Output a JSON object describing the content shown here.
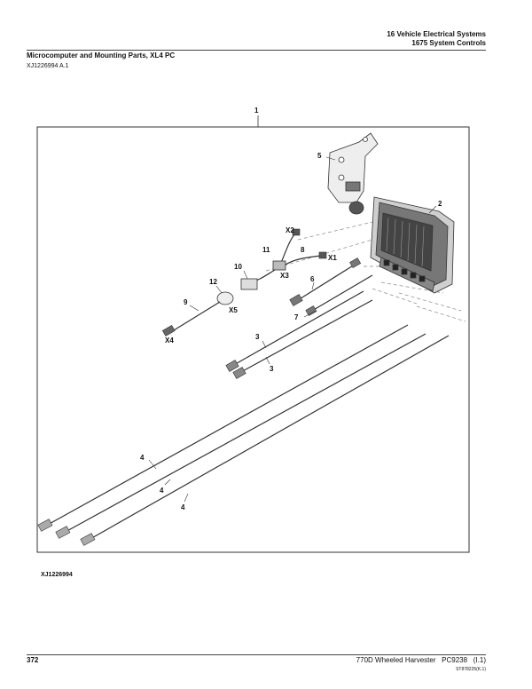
{
  "header": {
    "section": "16 Vehicle Electrical Systems",
    "group": "1675 System Controls"
  },
  "title": "Microcomputer and Mounting Parts, XL4 PC",
  "ref_code": "XJ1226994 A.1",
  "figure": {
    "id_label": "XJ1226994",
    "callouts": {
      "c1": "1",
      "c2": "2",
      "c3a": "3",
      "c3b": "3",
      "c4a": "4",
      "c4b": "4",
      "c4c": "4",
      "c5": "5",
      "c6": "6",
      "c7": "7",
      "c8": "8",
      "c9": "9",
      "c10": "10",
      "c11": "11",
      "c12": "12",
      "x1": "X1",
      "x2": "X2",
      "x3": "X3",
      "x4": "X4",
      "x5": "X5"
    }
  },
  "footer": {
    "page": "372",
    "machine": "770D Wheeled Harvester",
    "catalog": "PC9238",
    "version": "(I.1)",
    "code": "ST878225(K.1)"
  }
}
